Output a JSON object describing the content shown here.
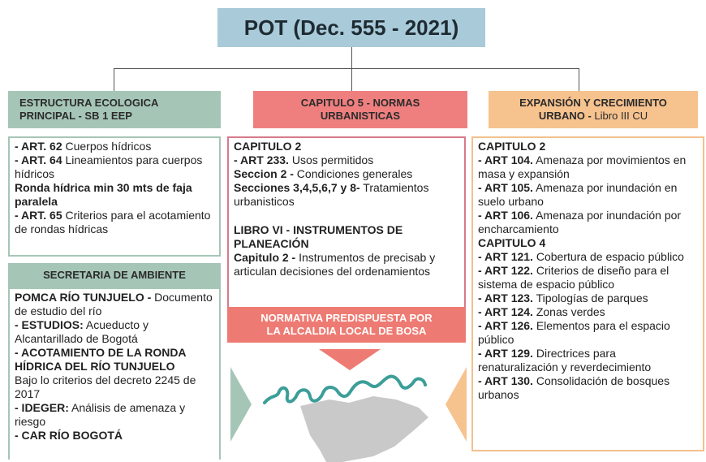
{
  "title": "POT (Dec. 555 - 2021)",
  "left": {
    "heading_line1": "ESTRUCTURA ECOLOGICA",
    "heading_line2": "PRINCIPAL - SB 1 EEP",
    "items": [
      {
        "bold": "- ART. 62",
        "text": " Cuerpos hídricos"
      },
      {
        "bold": "- ART. 64",
        "text": " Lineamientos para cuerpos hídricos"
      },
      {
        "bold": "Ronda hídrica min 30 mts de faja paralela",
        "text": ""
      },
      {
        "bold": "- ART. 65",
        "text": " Criterios para el acotamiento de rondas hídricas"
      }
    ]
  },
  "ambiente": {
    "heading": "SECRETARIA DE AMBIENTE",
    "items": [
      {
        "bold": "POMCA RÍO TUNJUELO -",
        "text": " Documento de estudio del río"
      },
      {
        "bold": " - ESTUDIOS:",
        "text": " Acueducto y Alcantarillado de Bogotá"
      },
      {
        "bold": "- ACOTAMIENTO DE LA RONDA HÍDRICA DEL RÍO TUNJUELO",
        "text": ""
      },
      {
        "bold": "",
        "text": "Bajo lo criterios del decreto 2245 de 2017"
      },
      {
        "bold": "- IDEGER:",
        "text": " Análisis de amenaza y riesgo"
      },
      {
        "bold": "- CAR RÍO BOGOTÁ",
        "text": ""
      }
    ]
  },
  "center": {
    "heading_line1": "CAPITULO 5 - NORMAS",
    "heading_line2": "URBANISTICAS",
    "items": [
      {
        "bold": "CAPITULO 2",
        "text": ""
      },
      {
        "bold": "- ART 233.",
        "text": " Usos permitidos"
      },
      {
        "bold": "Seccion 2 -",
        "text": " Condiciones generales"
      },
      {
        "bold": "Secciones 3,4,5,6,7 y 8-",
        "text": " Tratamientos urbanisticos"
      }
    ],
    "items2": [
      {
        "bold": "LIBRO VI - INSTRUMENTOS DE PLANEACIÓN",
        "text": ""
      },
      {
        "bold": "Capitulo 2 -",
        "text": " Instrumentos de precisab y articulan decisiones del ordenamientos"
      }
    ],
    "footer_line1": "NORMATIVA PREDISPUESTA POR",
    "footer_line2": "LA ALCALDIA LOCAL DE BOSA"
  },
  "right": {
    "heading_line1": "EXPANSIÓN Y CRECIMIENTO",
    "heading_bold2": "URBANO -",
    "heading_rest2": " Libro III CU",
    "items": [
      {
        "bold": "CAPITULO 2",
        "text": ""
      },
      {
        "bold": "- ART 104.",
        "text": " Amenaza por movimientos en masa y expansión"
      },
      {
        "bold": "- ART 105.",
        "text": " Amenaza por inundación en suelo urbano"
      },
      {
        "bold": "- ART 106.",
        "text": " Amenaza por inundación por encharcamiento"
      },
      {
        "bold": "CAPITULO 4",
        "text": ""
      },
      {
        "bold": "- ART 121.",
        "text": " Cobertura de espacio público"
      },
      {
        "bold": "- ART 122.",
        "text": " Criterios de diseño para el sistema de espacio público"
      },
      {
        "bold": "- ART 123.",
        "text": " Tipologías de parques"
      },
      {
        "bold": "- ART 124.",
        "text": " Zonas verdes"
      },
      {
        "bold": "- ART 126.",
        "text": " Elementos para el espacio público"
      },
      {
        "bold": "- ART 129.",
        "text": " Directrices para renaturalización y reverdecimiento"
      },
      {
        "bold": "- ART 130.",
        "text": " Consolidación de bosques urbanos"
      }
    ]
  },
  "colors": {
    "title_bg": "#a9cad9",
    "green": "#a5c6b6",
    "red": "#ef7f7f",
    "orange": "#f6c28e",
    "river": "#3b9e98",
    "map": "#c9c9c9"
  }
}
